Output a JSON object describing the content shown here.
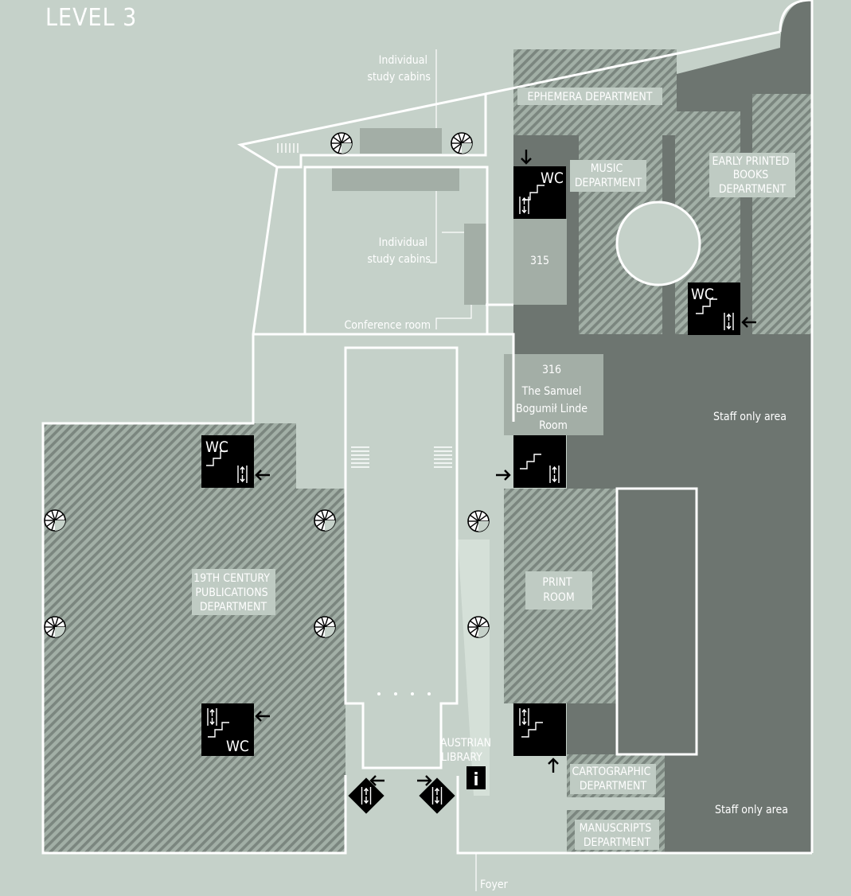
{
  "title": "LEVEL 3",
  "colors": {
    "background": "#c5d1c9",
    "staff_area": "#6d7570",
    "hatch_base": "#a2afa6",
    "hatch_stripe": "#7b867f",
    "room_fill": "#a3aea6",
    "corridor_light": "#d5e0d8",
    "wall": "#ffffff",
    "icon_box": "#000000"
  },
  "labels": {
    "cabins_top": [
      "Individual",
      "study cabins"
    ],
    "cabins_mid": [
      "Individual",
      "study cabins"
    ],
    "conference": "Conference room",
    "ephemera": "EPHEMERA DEPARTMENT",
    "music": [
      "MUSIC",
      "DEPARTMENT"
    ],
    "early_printed": [
      "EARLY PRINTED",
      "BOOKS",
      "DEPARTMENT"
    ],
    "room_315": "315",
    "room_316": [
      "316",
      "The Samuel",
      "Bogumił Linde",
      "Room"
    ],
    "staff_upper": "Staff only area",
    "staff_lower": "Staff only area",
    "century": [
      "19TH CENTURY",
      "PUBLICATIONS",
      "DEPARTMENT"
    ],
    "print_room": [
      "PRINT",
      "ROOM"
    ],
    "austrian": [
      "AUSTRIAN",
      "LIBRARY"
    ],
    "cartographic": [
      "CARTOGRAPHIC",
      "DEPARTMENT"
    ],
    "manuscripts": [
      "MANUSCRIPTS",
      "DEPARTMENT"
    ],
    "foyer": "Foyer",
    "wc": "WC",
    "info": "i"
  },
  "icons": {
    "stairs": "stairs-icon",
    "lift": "lift-icon",
    "spiral": "spiral-stair-icon",
    "info": "info-icon",
    "arrow": "arrow-icon"
  }
}
